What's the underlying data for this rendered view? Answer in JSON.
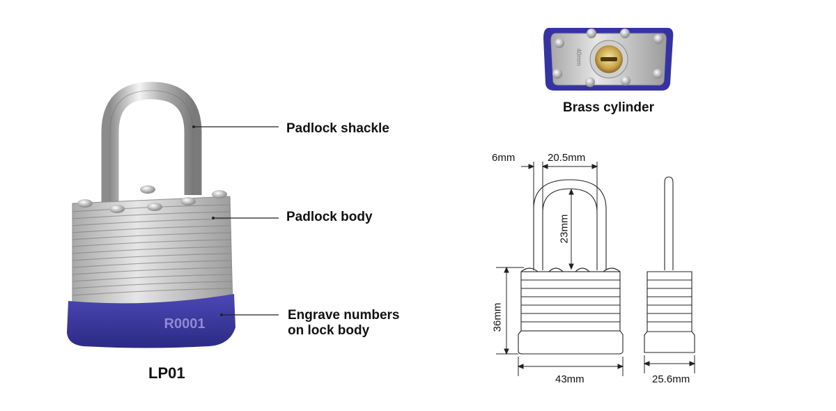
{
  "product": {
    "model": "LP01",
    "engraving": "R0001",
    "colors": {
      "body_blue": "#3d3aa0",
      "steel": "#c9c9c9"
    }
  },
  "callouts": {
    "shackle": "Padlock shackle",
    "body": "Padlock body",
    "engrave_line1": "Engrave numbers",
    "engrave_line2": "on lock body"
  },
  "cylinder": {
    "caption": "Brass cylinder",
    "stamp": "40mm"
  },
  "dimensions": {
    "shackle_diameter": "6mm",
    "shackle_inner_width": "20.5mm",
    "shackle_clearance": "23mm",
    "body_height": "36mm",
    "body_width": "43mm",
    "body_thickness": "25.6mm"
  }
}
